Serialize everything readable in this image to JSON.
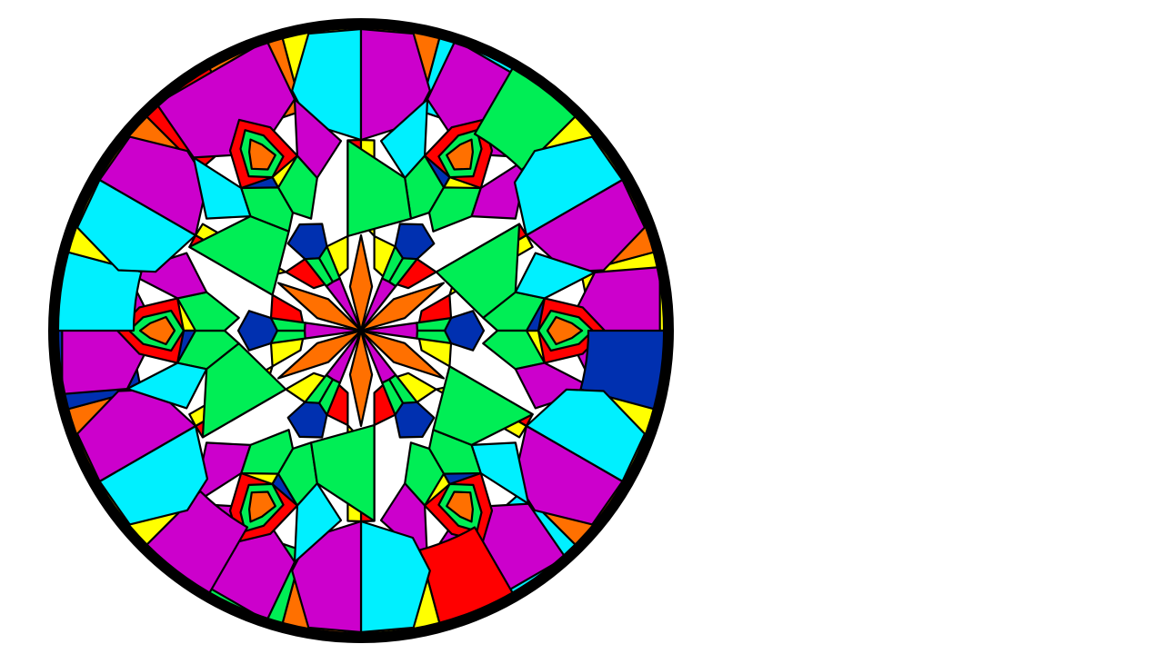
{
  "image": {
    "subject": "stained-glass",
    "palette": {
      "background": "#ffffff",
      "outline": "#000000",
      "magenta": "#cc00cc",
      "cyan": "#00f0ff",
      "yellow": "#ffff00",
      "orange": "#ff7000",
      "green": "#00ee55",
      "blue": "#0030b0",
      "red": "#ff0000"
    },
    "symmetry_order": 6,
    "sector_color_sequence": [
      "magenta",
      "cyan",
      "yellow",
      "orange",
      "green",
      "blue",
      "red"
    ]
  }
}
